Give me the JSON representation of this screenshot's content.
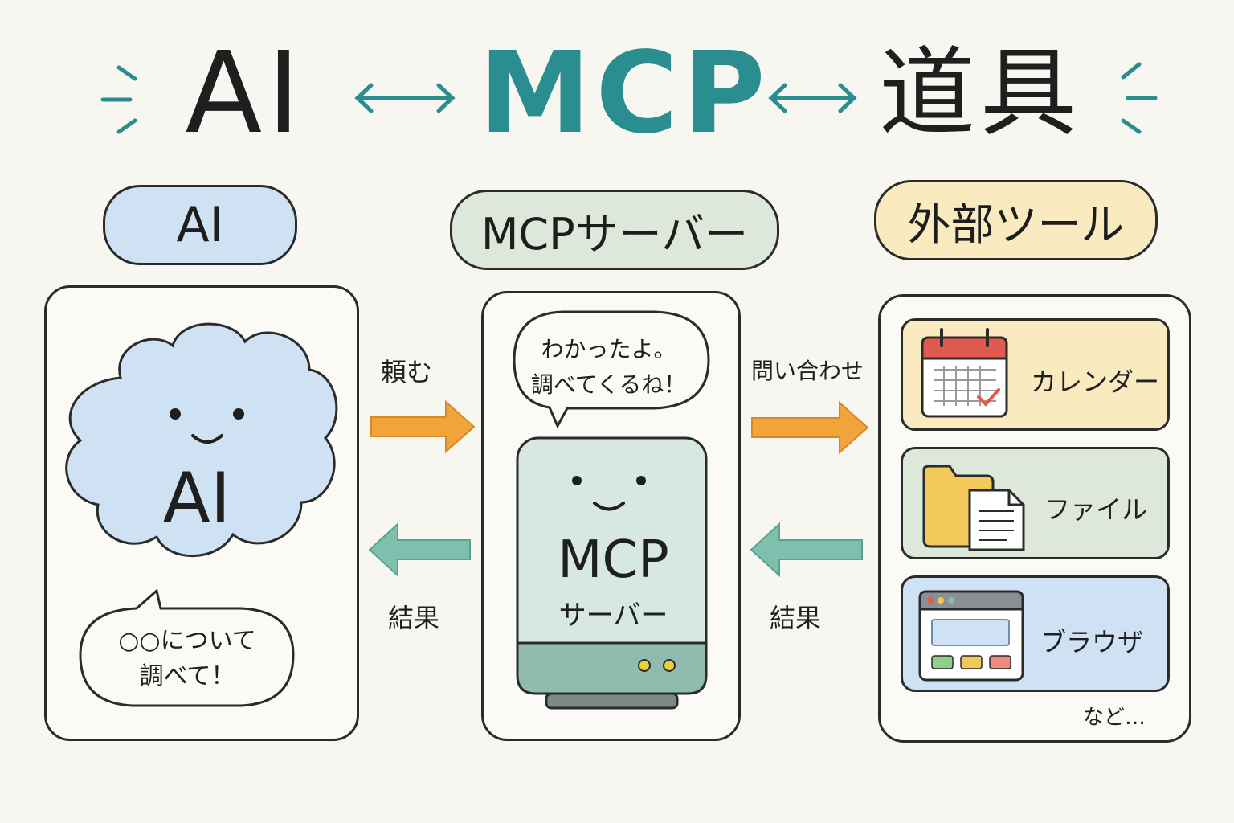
{
  "title": {
    "left": "AI",
    "middle": "MCP",
    "right": "道具"
  },
  "sections": {
    "ai": "AI",
    "mcp": "MCPサーバー",
    "tools": "外部ツール"
  },
  "ai_panel": {
    "cloud_label": "AI",
    "speech": "○○について\n調べて！"
  },
  "mcp_panel": {
    "speech": "わかったよ。\n調べてくるね！",
    "server_label": "MCP",
    "server_sublabel": "サーバー"
  },
  "arrows": {
    "ai_to_mcp": "頼む",
    "mcp_to_ai": "結果",
    "mcp_to_tools": "問い合わせ",
    "tools_to_mcp": "結果"
  },
  "tools": {
    "items": [
      {
        "label": "カレンダー",
        "icon": "calendar-icon"
      },
      {
        "label": "ファイル",
        "icon": "folder-document-icon"
      },
      {
        "label": "ブラウザ",
        "icon": "browser-window-icon"
      }
    ],
    "etc": "など…"
  },
  "colors": {
    "background": "#f8f6f0",
    "mcp_teal": "#2a8d8f",
    "ai_blue": "#cfe2f4",
    "mcp_green": "#dde8da",
    "tools_yellow": "#faeac0",
    "request_arrow": "#f0a43a",
    "result_arrow": "#7fbfae"
  }
}
